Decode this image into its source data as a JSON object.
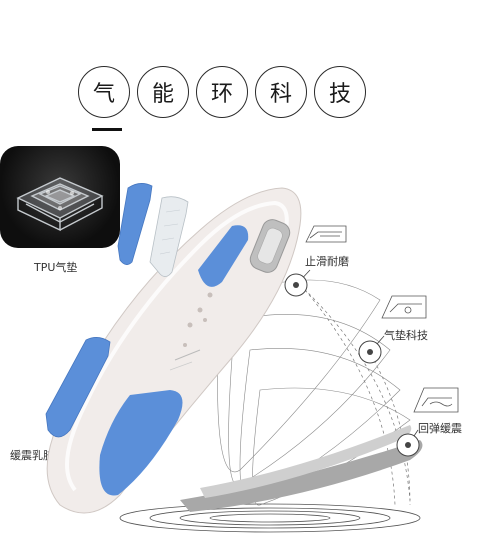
{
  "header": {
    "chars": [
      "气",
      "能",
      "环",
      "科",
      "技"
    ]
  },
  "callouts": {
    "tpu": "TPU气垫",
    "latex": "缓震乳胶",
    "antislip": "止滑耐磨",
    "aircushion": "气垫科技",
    "rebound": "回弹缓震"
  },
  "colors": {
    "accent_blue": "#5b8fd9",
    "insole_white": "#f1ecea",
    "outline": "#444444"
  }
}
